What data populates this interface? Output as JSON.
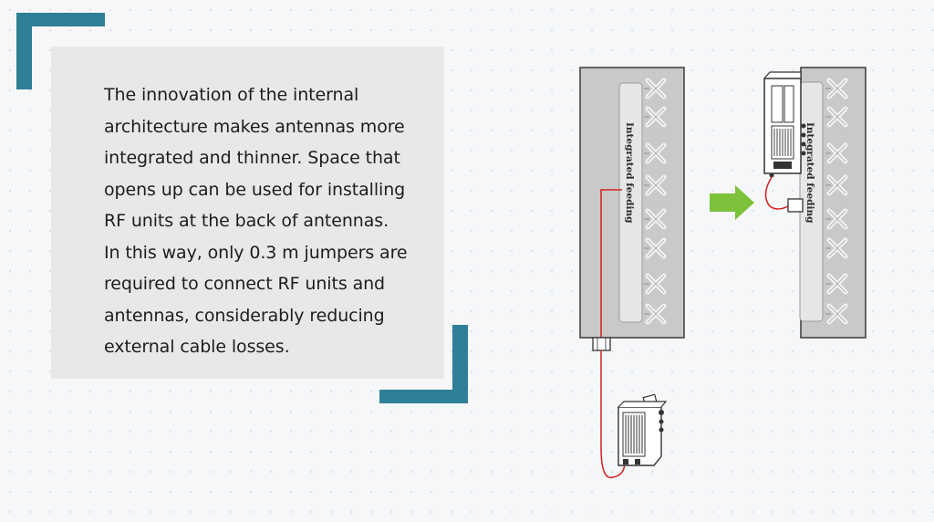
{
  "description_text": "The innovation of the internal architecture makes antennas more integrated and thinner. Space that opens up can be used for installing RF units at the back of antennas. In this way, only 0.3 m jumpers are required to connect RF units and antennas, considerably reducing external cable losses.",
  "left_antenna": {
    "feed_label": "Integrated feeding"
  },
  "right_antenna": {
    "feed_label": "Integrated feeding"
  },
  "colors": {
    "accent_bracket": "#2f7f96",
    "arrow": "#7cc23a",
    "cable": "#d62020",
    "antenna_body": "#c9c9c9",
    "feed_strip": "#e6e6e6"
  },
  "icons": {
    "transition": "arrow-right-icon",
    "radiator": "dipole-element-icon",
    "rf_unit": "rf-unit-icon"
  }
}
